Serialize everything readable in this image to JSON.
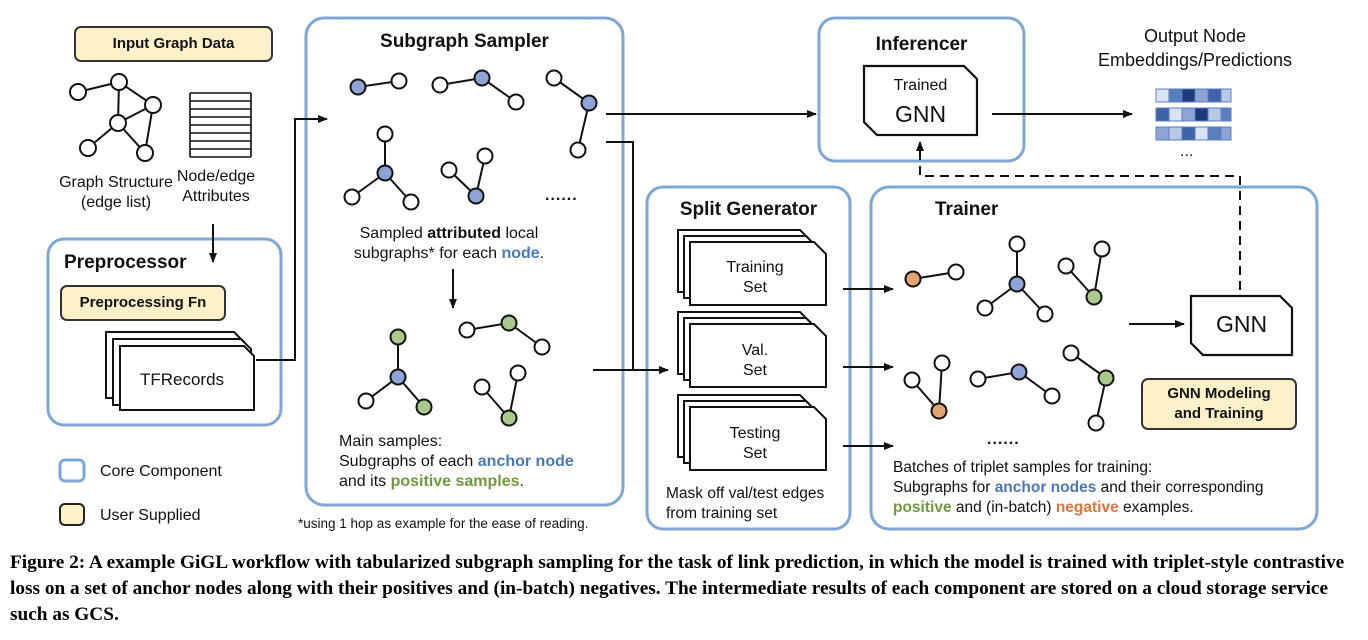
{
  "figure": {
    "input": {
      "title": "Input Graph Data",
      "graph_label": [
        "Graph Structure",
        "(edge list)"
      ],
      "attr_label": [
        "Node/edge",
        "Attributes"
      ]
    },
    "preprocessor": {
      "title": "Preprocessor",
      "fn_label": "Preprocessing Fn",
      "records_label": "TFRecords"
    },
    "legend": {
      "core": "Core Component",
      "user": "User Supplied"
    },
    "sampler": {
      "title": "Subgraph Sampler",
      "ellipsis": "......",
      "sampled_text_1a": "Sampled ",
      "sampled_text_1b": "attributed",
      "sampled_text_1c": " local",
      "sampled_text_2a": "subgraphs* for each ",
      "sampled_text_2b": "node",
      "sampled_text_2c": ".",
      "main_line1": "Main samples:",
      "main_line2a": "Subgraphs of each ",
      "main_line2b": "anchor node",
      "main_line3a": "and its ",
      "main_line3b": "positive samples",
      "main_line3c": ".",
      "footnote": "*using 1 hop as example for the ease of reading."
    },
    "split": {
      "title": "Split Generator",
      "training": [
        "Training",
        "Set"
      ],
      "val": [
        "Val.",
        "Set"
      ],
      "testing": [
        "Testing",
        "Set"
      ],
      "mask_text": [
        "Mask off val/test edges",
        "from training set"
      ]
    },
    "inferencer": {
      "title": "Inferencer",
      "gnn_small": "Trained",
      "gnn_big": "GNN"
    },
    "output": {
      "label": [
        "Output Node",
        "Embeddings/Predictions"
      ],
      "ellipsis": "..."
    },
    "trainer": {
      "title": "Trainer",
      "ellipsis": "......",
      "gnn_label": "GNN",
      "modeling_label": [
        "GNN Modeling",
        "and Training"
      ],
      "batch_line1": "Batches of triplet samples for training:",
      "batch_line2a": "Subgraphs for ",
      "batch_line2b": "anchor nodes",
      "batch_line2c": " and their corresponding",
      "batch_line3a": "positive",
      "batch_line3b": " and (in-batch) ",
      "batch_line3c": "negative",
      "batch_line3d": " examples."
    },
    "colors": {
      "core_border": "#7fa7d6",
      "user_fill": "#fbf0c8",
      "anchor": "#8fa4d6",
      "positive": "#a9c98a",
      "negative": "#e3a373"
    }
  },
  "caption": {
    "lead": "Figure 2: A example GiGL workflow with tabularized subgraph sampling for the task of link prediction, in which the model is trained with triplet-style contrastive loss on a set of anchor nodes along with their positives and (in-batch) negatives. The intermediate results of each component are stored on a cloud storage service such as GCS."
  }
}
